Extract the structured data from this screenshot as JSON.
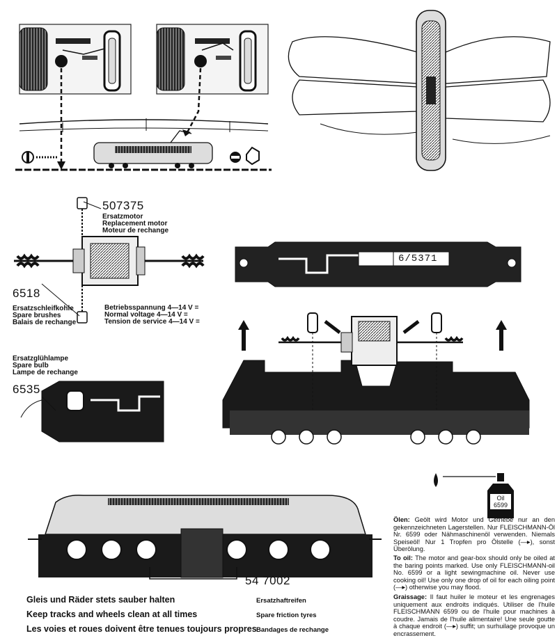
{
  "parts": {
    "motor": {
      "number": "507375",
      "de": "Ersatzmotor",
      "en": "Replacement motor",
      "fr": "Moteur de rechange"
    },
    "brushes": {
      "number": "6518",
      "de": "Ersatzschleifkohle",
      "en": "Spare brushes",
      "fr": "Balais de rechange"
    },
    "bulb": {
      "number": "6535",
      "de": "Ersatzglühlampe",
      "en": "Spare bulb",
      "fr": "Lampe de rechange"
    },
    "tyres": {
      "number": "54 7002",
      "de": "Ersatzhaftreifen",
      "en": "Spare friction tyres",
      "fr": "Bandages de rechange"
    }
  },
  "voltage": {
    "de": "Betriebsspannung 4—14 V =",
    "en": "Normal voltage 4—14 V =",
    "fr": "Tension de service 4—14 V ="
  },
  "chassis_label": "6/5371",
  "oil_can": {
    "line1": "Oil",
    "line2": "6599"
  },
  "care": {
    "de": "Gleis und Räder stets sauber halten",
    "en": "Keep tracks and wheels clean at all times",
    "fr": "Les voies et roues doivent être tenues toujours propres"
  },
  "oiling": {
    "de_head": "Ölen:",
    "de_body": "Geölt wird Motor und Getriebe nur an den gekennzeichneten Lagerstellen. Nur FLEISCHMANN-Öl Nr. 6599 oder Nähmaschinenöl verwenden. Niemals Speiseöl! Nur 1 Tropfen pro Ölstelle (—▸), sonst Überölung.",
    "en_head": "To oil:",
    "en_body": "The motor and gear-box should only be oiled at the baring points marked. Use only FLEISCHMANN-oil No. 6599 or a light sewingmachine oil. Never use cooking oil! Use only one drop of oil for each oiling point (—▸) otherwise you may flood.",
    "fr_head": "Graissage:",
    "fr_body": "Il faut huiler le moteur et les engrenages uniquement aux endroits indiqués. Utiliser de l'huile FLEISCHMANN 6599 ou de l'huile pour machines à coudre. Jamais de l'huile alimentaire! Une seule goutte à chaque endroit (—▸) suffit; un surhuilage provoque un encrassement."
  }
}
